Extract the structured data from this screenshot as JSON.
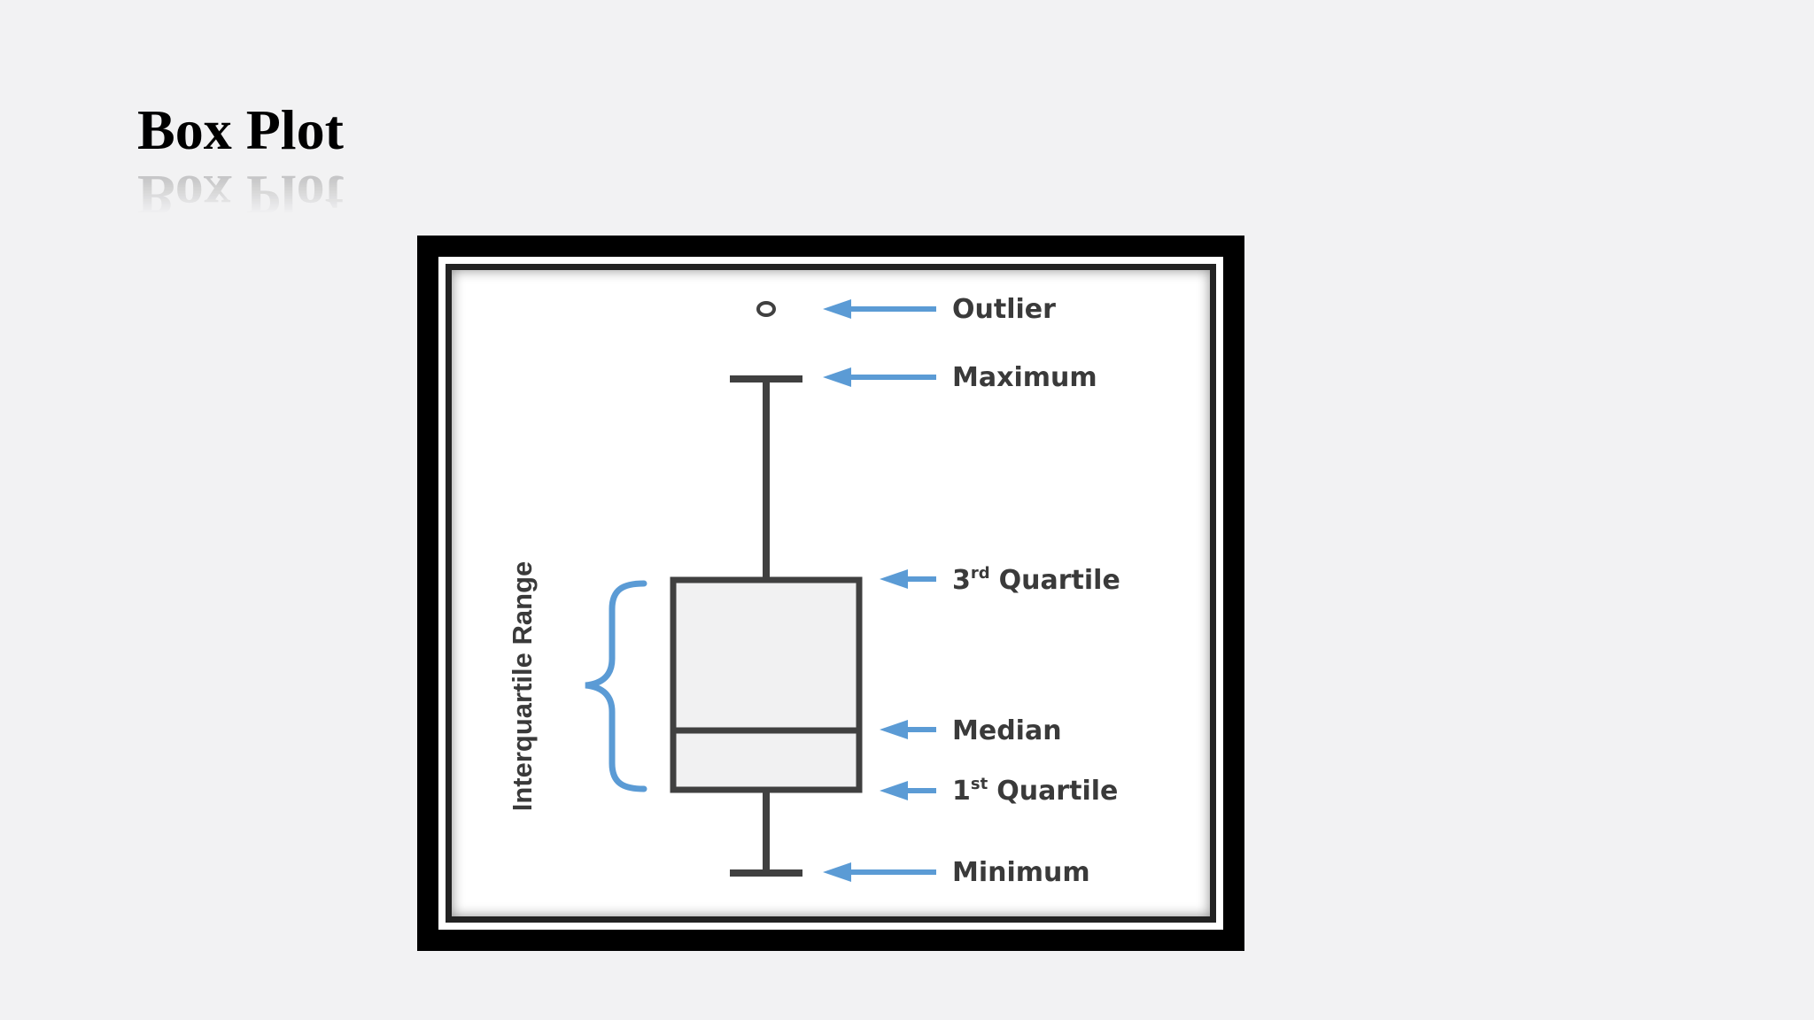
{
  "slide": {
    "title": "Box Plot"
  },
  "diagram": {
    "labels": {
      "outlier": "Outlier",
      "maximum": "Maximum",
      "third_quartile_num": "3",
      "third_quartile_sup": "rd",
      "third_quartile_word": "Quartile",
      "median": "Median",
      "first_quartile_num": "1",
      "first_quartile_sup": "st",
      "first_quartile_word": "Quartile",
      "minimum": "Minimum",
      "iqr": "Interquartile Range"
    },
    "colors": {
      "arrow": "#5b9bd5",
      "stroke": "#404040",
      "box_fill": "#f1f1f2",
      "frame": "#000000"
    }
  }
}
